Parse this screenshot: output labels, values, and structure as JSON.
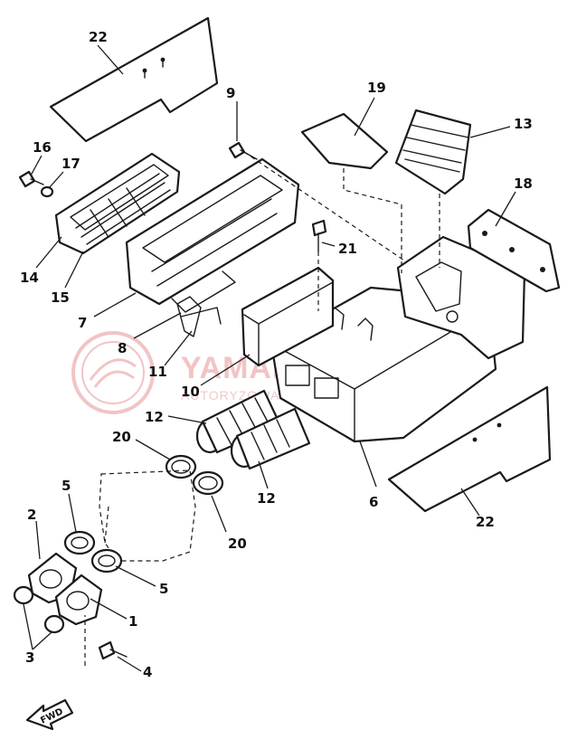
{
  "callouts": [
    {
      "id": "1",
      "label": "1"
    },
    {
      "id": "2",
      "label": "2"
    },
    {
      "id": "3",
      "label": "3"
    },
    {
      "id": "4",
      "label": "4"
    },
    {
      "id": "5a",
      "label": "5"
    },
    {
      "id": "5b",
      "label": "5"
    },
    {
      "id": "6",
      "label": "6"
    },
    {
      "id": "7",
      "label": "7"
    },
    {
      "id": "8",
      "label": "8"
    },
    {
      "id": "9",
      "label": "9"
    },
    {
      "id": "10",
      "label": "10"
    },
    {
      "id": "11",
      "label": "11"
    },
    {
      "id": "12a",
      "label": "12"
    },
    {
      "id": "12b",
      "label": "12"
    },
    {
      "id": "13",
      "label": "13"
    },
    {
      "id": "14",
      "label": "14"
    },
    {
      "id": "15",
      "label": "15"
    },
    {
      "id": "16",
      "label": "16"
    },
    {
      "id": "17",
      "label": "17"
    },
    {
      "id": "18",
      "label": "18"
    },
    {
      "id": "19",
      "label": "19"
    },
    {
      "id": "20a",
      "label": "20"
    },
    {
      "id": "20b",
      "label": "20"
    },
    {
      "id": "21",
      "label": "21"
    },
    {
      "id": "22a",
      "label": "22"
    },
    {
      "id": "22b",
      "label": "22"
    }
  ],
  "watermark": {
    "main": "YAMAHA-SKLEP.PL",
    "sub": "AUTORYZOWANY DEALER YAMAHA",
    "color": "#f2c4c4"
  },
  "fwd_label": "FWD"
}
